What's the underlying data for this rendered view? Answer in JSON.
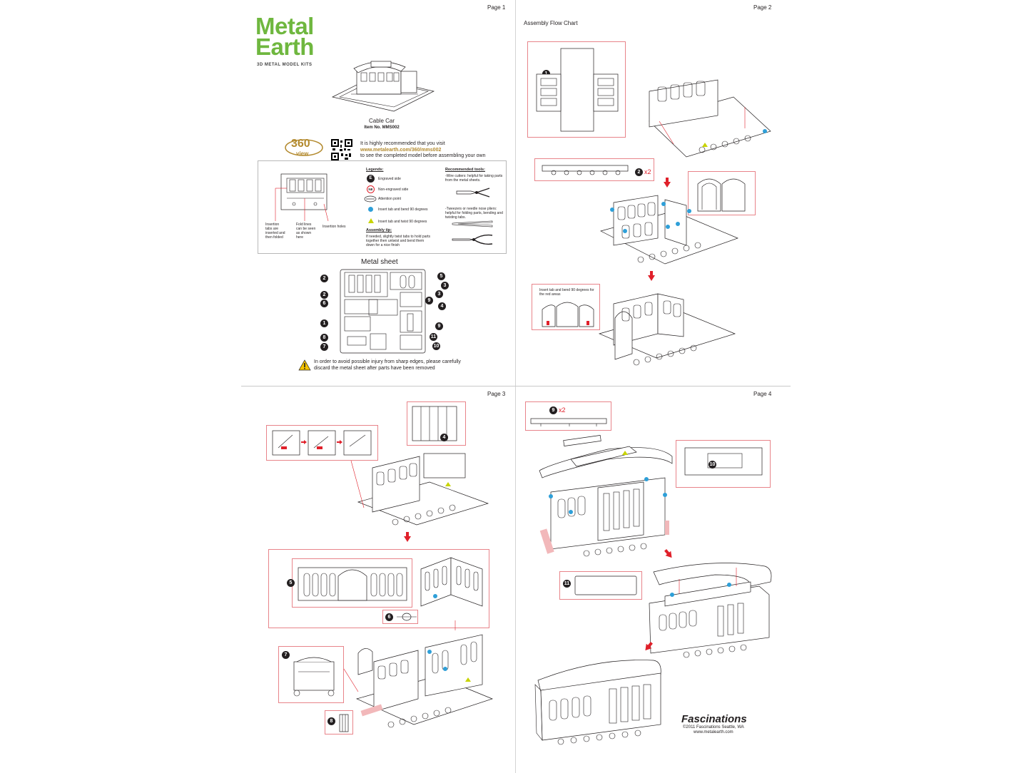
{
  "pages": {
    "p1": "Page 1",
    "p2": "Page 2",
    "p3": "Page 3",
    "p4": "Page 4"
  },
  "brand": {
    "line1": "Metal",
    "line2": "Earth",
    "subtitle": "3D METAL MODEL KITS",
    "color": "#6fb73f"
  },
  "model": {
    "name": "Cable Car",
    "item": "Item No.  MMS002"
  },
  "view360": {
    "badge_top": "360",
    "badge_bottom": "view",
    "line1": "It is highly recommended that you visit",
    "url": "www.metalearth.com/360/mms002",
    "line3": "to see the completed model before assembling your own"
  },
  "legend_panel": {
    "insertion_tabs": "Insertion tabs are inserted and then folded",
    "fold_lines": "Fold lines can be seen as shown here",
    "insertion_holes": "Insertion holes",
    "legends_title": "Legends:",
    "engraved": "Engraved side",
    "non_engraved": "Non-engraved side",
    "attention": "Attention point",
    "blue_dot": "Insert tab and bend 90 degrees",
    "yellow_tri": "Insert tab and twist 90 degrees",
    "tip_title": "Assembly tip:",
    "tip_text": "If needed, slightly twist tabs to hold parts together then untwist and bend them down for a nice finish",
    "tools_title": "Recommended tools:",
    "tool1": "-Wire cutters: helpful for taking parts from the metal sheets.",
    "tool2": "-Tweezers or needle nose pliers: helpful for folding parts, bending and twisting tabs.",
    "badge_e": "E",
    "badge_ne": "NE"
  },
  "metal_sheet": {
    "title": "Metal sheet",
    "left_labels": [
      "2",
      "2",
      "6",
      "1",
      "8",
      "7"
    ],
    "right_labels": [
      "5",
      "3",
      "3",
      "9",
      "4",
      "9",
      "11",
      "10"
    ]
  },
  "warning": {
    "line1": "In order to avoid possible injury from sharp edges, please carefully",
    "line2": "discard the metal sheet after parts have been removed"
  },
  "page2": {
    "title": "Assembly Flow Chart",
    "step1": "1",
    "step2": "2",
    "times2": "x2",
    "note": "Insert tab and bend 90 degrees for the red areas"
  },
  "page3": {
    "step4": "4",
    "step5": "5",
    "step6": "6",
    "step7": "7",
    "step8": "8"
  },
  "page4": {
    "step9": "9",
    "times2": "x2",
    "step10": "10",
    "step11": "11",
    "fascinations": "Fascinations",
    "copyright": "©2011  Fascinations Seattle, WA",
    "website": "www.metalearth.com"
  },
  "colors": {
    "frame_red": "#e8848a",
    "arrow_red": "#e0202a",
    "tab_blue": "#2e9fd8",
    "tab_yellow": "#c8d400"
  }
}
